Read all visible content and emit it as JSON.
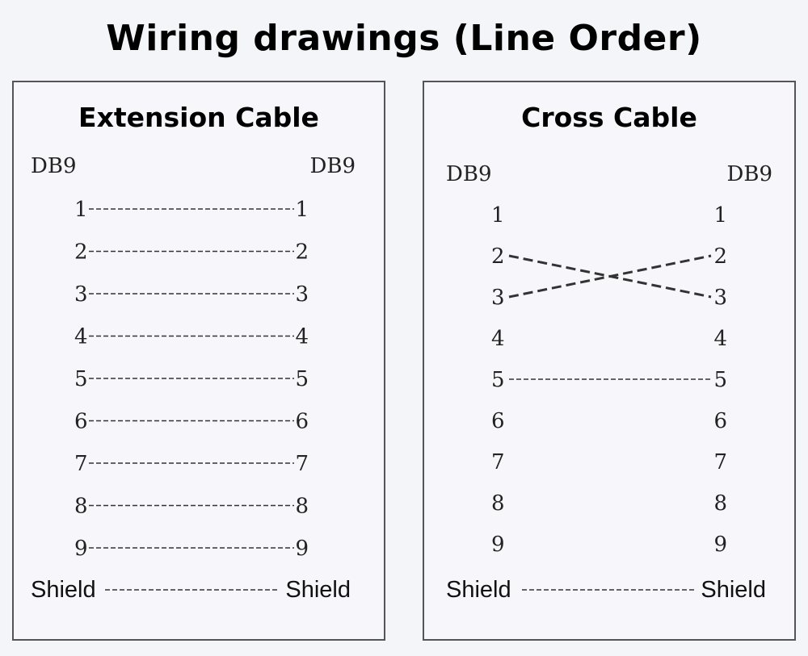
{
  "title": "Wiring drawings (Line Order)",
  "extension": {
    "title": "Extension Cable",
    "left_header": "DB9",
    "right_header": "DB9",
    "pins": [
      "1",
      "2",
      "3",
      "4",
      "5",
      "6",
      "7",
      "8",
      "9"
    ],
    "shield": "Shield",
    "connections": [
      [
        "1",
        "1"
      ],
      [
        "2",
        "2"
      ],
      [
        "3",
        "3"
      ],
      [
        "4",
        "4"
      ],
      [
        "5",
        "5"
      ],
      [
        "6",
        "6"
      ],
      [
        "7",
        "7"
      ],
      [
        "8",
        "8"
      ],
      [
        "9",
        "9"
      ],
      [
        "Shield",
        "Shield"
      ]
    ]
  },
  "cross": {
    "title": "Cross Cable",
    "left_header": "DB9",
    "right_header": "DB9",
    "pins": [
      "1",
      "2",
      "3",
      "4",
      "5",
      "6",
      "7",
      "8",
      "9"
    ],
    "shield": "Shield",
    "connections": [
      [
        "2",
        "3"
      ],
      [
        "3",
        "2"
      ],
      [
        "5",
        "5"
      ],
      [
        "Shield",
        "Shield"
      ]
    ]
  }
}
